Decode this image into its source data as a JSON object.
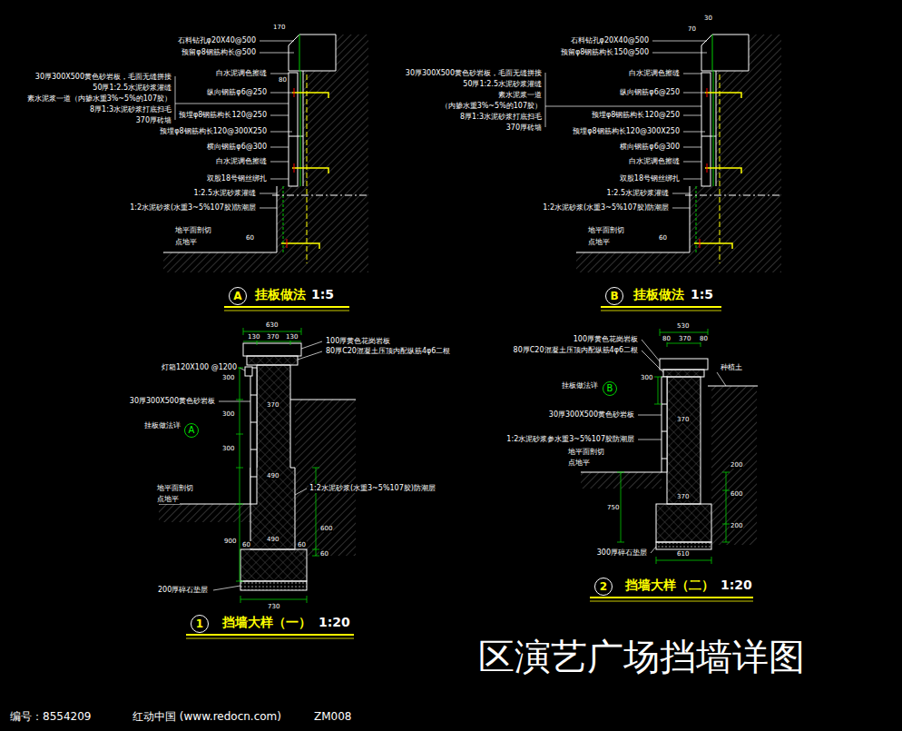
{
  "diagram": {
    "title": "区演艺广场挡墙详图",
    "nodes": [
      {
        "text": [
          "A"
        ]
      },
      {
        "text": [
          "B"
        ]
      },
      {
        "text": [
          "A"
        ]
      },
      {
        "text": [
          "1"
        ]
      },
      {
        "text": [
          "B"
        ]
      },
      {
        "text": [
          "2"
        ]
      }
    ],
    "labels": [
      "石料钻孔φ20X40@500",
      "预留φ8钢筋构长@500",
      "30厚300X500黄色砂岩板，毛面无缝拼接",
      "50厚1:2.5水泥砂浆灌缝",
      "素水泥浆一道（内掺水重3%~5%的107胶）",
      "8厚1:3水泥砂浆打底扫毛",
      "370厚砖墙",
      "白水泥调色擦缝",
      "纵向钢筋φ6@250",
      "预埋φ8钢筋构长120@250",
      "预埋φ8钢筋构长120@300X250",
      "横向钢筋φ6@300",
      "白水泥调色擦缝",
      "双股18号钢丝绑扎",
      "1:2.5水泥砂浆灌缝",
      "1:2水泥砂浆(水重3~5%107胶)防潮层",
      "地平面剖切",
      "点地平",
      "170",
      "80",
      "60",
      "30",
      "70",
      "石料钻孔φ20X40@500",
      "预留φ8钢筋构长150@500",
      "30厚300X500黄色砂岩板，毛面无缝拼接",
      "50厚1:2.5水泥砂浆灌缝",
      "素水泥浆一道",
      "（内掺水重3%~5%的107胶）",
      "8厚1:3水泥砂浆打底扫毛",
      "370厚砖墙",
      "白水泥调色擦缝",
      "纵向钢筋φ6@250",
      "预埋φ8钢筋构长120@250",
      "预埋φ8钢筋构长120@300X250",
      "横向钢筋φ6@300",
      "白水泥调色擦缝",
      "双股18号钢丝绑扎",
      "1:2.5水泥砂浆灌缝",
      "1:2水泥砂浆(水重3~5%107胶)防潮层",
      "地平面剖切",
      "点地平",
      "60",
      "630",
      "130",
      "370",
      "130",
      "100厚黄色花岗岩板",
      "80厚C20混凝土压顶内配纵筋4φ6二根",
      "灯箱120X100 @1200",
      "30厚300X500黄色砂岩板",
      "挂板做法详",
      "370",
      "490",
      "1:2水泥砂浆(水重3~5%107胶)防潮层",
      "地平面剖切",
      "点地平",
      "300",
      "300",
      "300",
      "900",
      "60",
      "490",
      "60",
      "600",
      "60",
      "200厚碎石垫层",
      "730",
      "530",
      "80",
      "370",
      "80",
      "100厚黄色花岗岩板",
      "80厚C20混凝土压顶内配纵筋4φ6二根",
      "种植土",
      "挂板做法详",
      "300",
      "30厚300X500黄色砂岩板",
      "370",
      "1:2水泥砂浆参水重3~5%107胶防潮层",
      "地平面剖切",
      "点地平",
      "370",
      "200",
      "600",
      "200",
      "750",
      "300厚碎石垫层",
      "610",
      "挂板做法",
      "1:5",
      "挂板做法",
      "1:5",
      "挡墙大样（一）",
      "1:20",
      "挡墙大样（二）",
      "1:20",
      "编号：8554209",
      "红动中国 (www.redocn.com)",
      "ZM008"
    ]
  }
}
